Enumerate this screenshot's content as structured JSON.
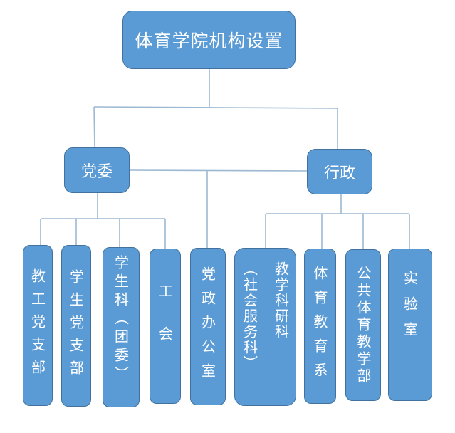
{
  "title": "体育学院机构设置",
  "level2": {
    "party": "党委",
    "admin": "行政"
  },
  "party_units": [
    "教工党支部",
    "学生党支部",
    "学生科（团委）",
    "工会"
  ],
  "shared_unit": "党政办公室",
  "admin_units": {
    "research_main": "教学科研科",
    "research_sub": "（社会服务科）",
    "pe_dept": "体育教育系",
    "public_pe": "公共体育教学部",
    "lab": "实验室"
  },
  "colors": {
    "box_fill": "#5b9bd5",
    "box_border": "#41719c",
    "connector": "#9db8d2",
    "text": "#ffffff"
  }
}
